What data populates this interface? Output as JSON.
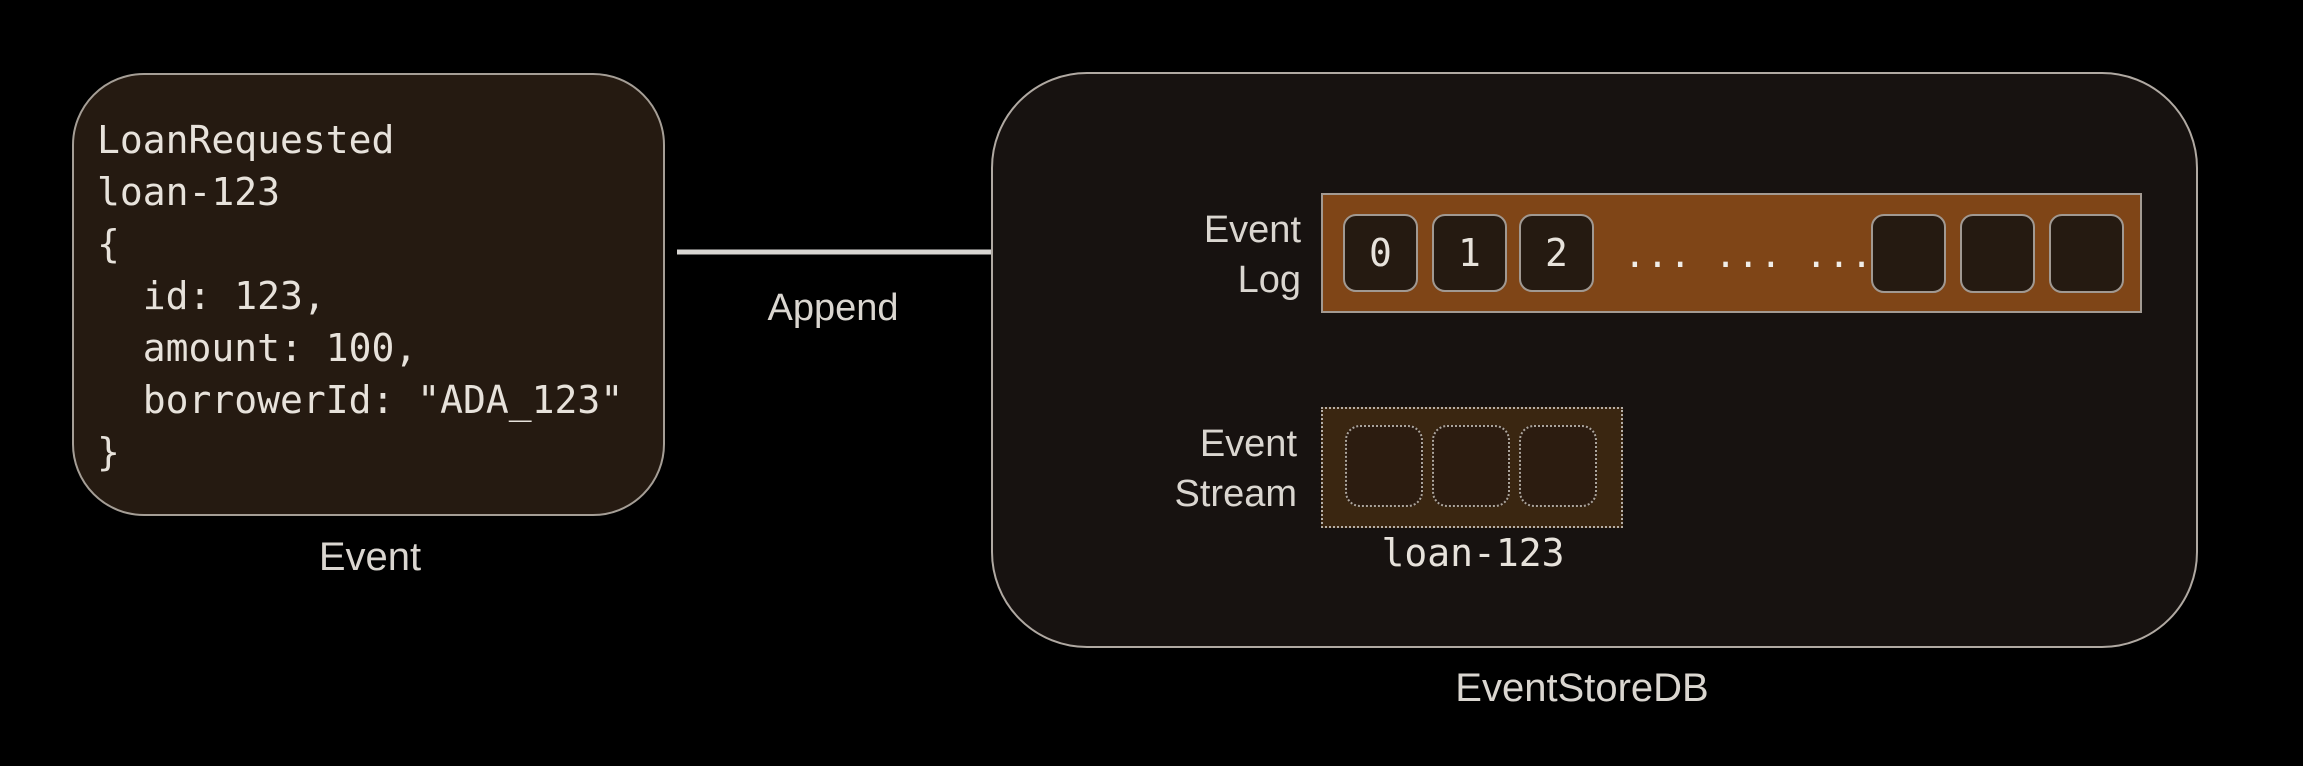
{
  "event_card": {
    "code_lines": [
      "LoanRequested",
      "loan-123",
      "{",
      "  id: 123,",
      "  amount: 100,",
      "  borrowerId: \"ADA_123\"",
      "}"
    ],
    "caption": "Event"
  },
  "append_arrow": {
    "label": "Append"
  },
  "eventstore": {
    "caption": "EventStoreDB",
    "event_log": {
      "label_line1": "Event",
      "label_line2": "Log",
      "numbered_cells": [
        "0",
        "1",
        "2"
      ],
      "ellipsis": "... ... ...",
      "empty_cell_count": 3
    },
    "event_stream": {
      "label_line1": "Event",
      "label_line2": "Stream",
      "empty_cell_count": 3,
      "stream_name": "loan-123"
    }
  },
  "colors": {
    "background": "#000000",
    "card_fill": "#251a11",
    "container_fill": "#171210",
    "log_bar_fill": "#7f4517",
    "log_cell_fill": "#251a11",
    "stream_box_fill": "#3a2611",
    "stream_cell_fill": "#2c1c10",
    "border_light": "#aba49c",
    "arrow": "#d8d6d3",
    "text_code": "#e7e2db",
    "text_label": "#dad6d0"
  }
}
